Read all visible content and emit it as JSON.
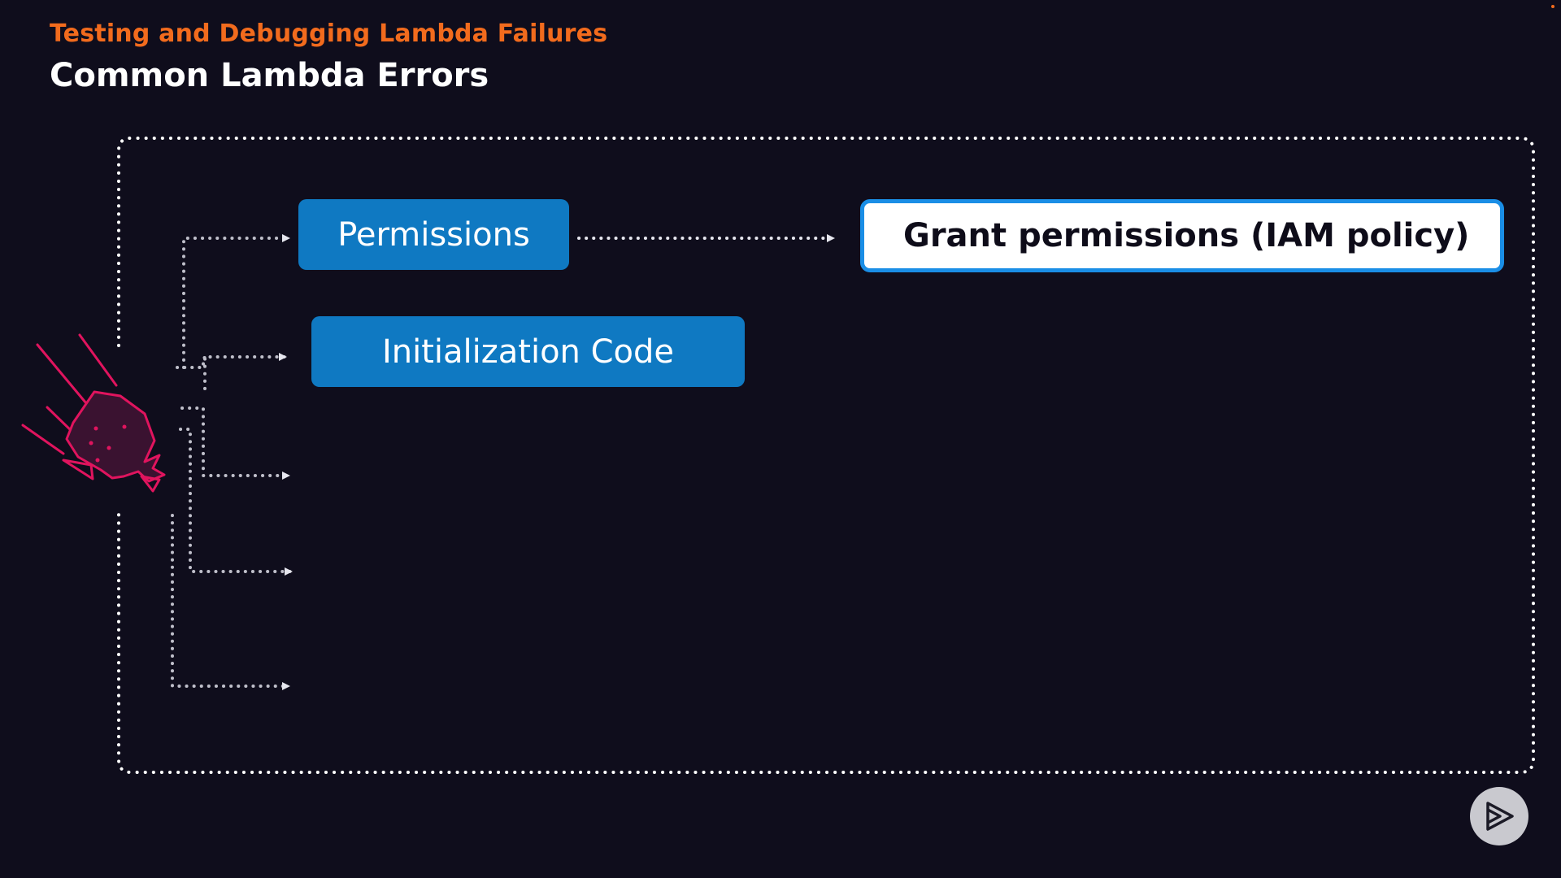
{
  "header": {
    "course_title": "Testing and Debugging Lambda Failures",
    "slide_title": "Common Lambda Errors"
  },
  "diagram": {
    "error_boxes": [
      "Permissions",
      "Initialization Code"
    ],
    "solution_box": "Grant permissions (IAM policy)"
  },
  "colors": {
    "background": "#0f0d1c",
    "accent_orange": "#f26b1d",
    "box_blue": "#0f79c2",
    "highlight_border": "#1a8ee6",
    "error_pink": "#e0145e",
    "dotted_line": "#d8d8e0"
  },
  "icons": {
    "error_icon": "broken-rock-icon",
    "player_icon": "play-logo-icon"
  }
}
